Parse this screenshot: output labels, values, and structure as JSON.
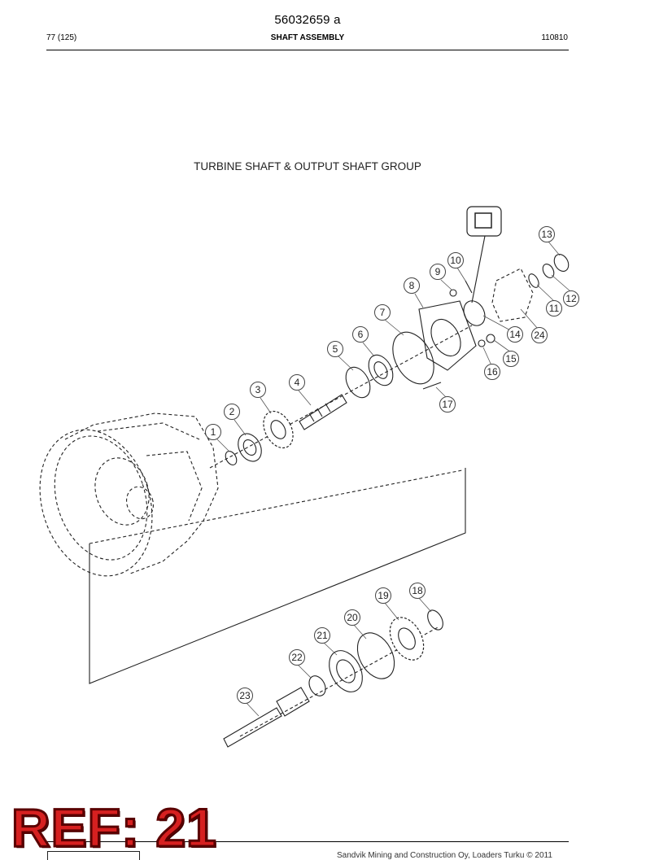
{
  "header": {
    "doc_number": "56032659 a",
    "page": "77 (125)",
    "section_title": "SHAFT ASSEMBLY",
    "date_code": "110810"
  },
  "diagram": {
    "title": "TURBINE SHAFT & OUTPUT SHAFT GROUP",
    "callouts": [
      "1",
      "2",
      "3",
      "4",
      "5",
      "6",
      "7",
      "8",
      "9",
      "10",
      "11",
      "12",
      "13",
      "14",
      "15",
      "16",
      "17",
      "18",
      "19",
      "20",
      "21",
      "22",
      "23",
      "24"
    ]
  },
  "overlay": {
    "ref_label": "REF: 21"
  },
  "footer": {
    "copyright": "Sandvik Mining and Construction Oy, Loaders Turku © 2011"
  }
}
